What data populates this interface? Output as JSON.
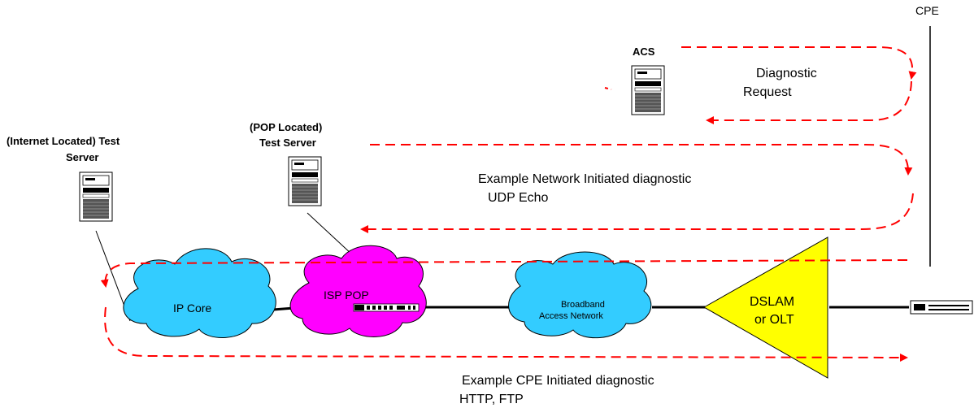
{
  "labels": {
    "cpe": "CPE",
    "acs": "ACS",
    "diag_request_1": "Diagnostic",
    "diag_request_2": "Request",
    "internet_server_1": "(Internet Located) Test",
    "internet_server_2": "Server",
    "pop_server_1": "(POP Located)",
    "pop_server_2": "Test Server",
    "network_initiated_1": "Example Network Initiated diagnostic",
    "network_initiated_2": "UDP Echo",
    "ip_core": "IP Core",
    "isp_pop": "ISP POP",
    "broadband_1": "Broadband",
    "broadband_2": "Access Network",
    "dslam_1": "DSLAM",
    "dslam_2": "or OLT",
    "cpe_initiated_1": "Example CPE Initiated diagnostic",
    "cpe_initiated_2": "HTTP, FTP"
  },
  "colors": {
    "arrow": "#ff0000",
    "cloud_fill": "#33ccff",
    "isp_fill": "#ff00ff",
    "dslam_fill": "#ffff00",
    "line": "#000000"
  },
  "icons": [
    "server-icon",
    "router-icon",
    "modem-icon"
  ]
}
